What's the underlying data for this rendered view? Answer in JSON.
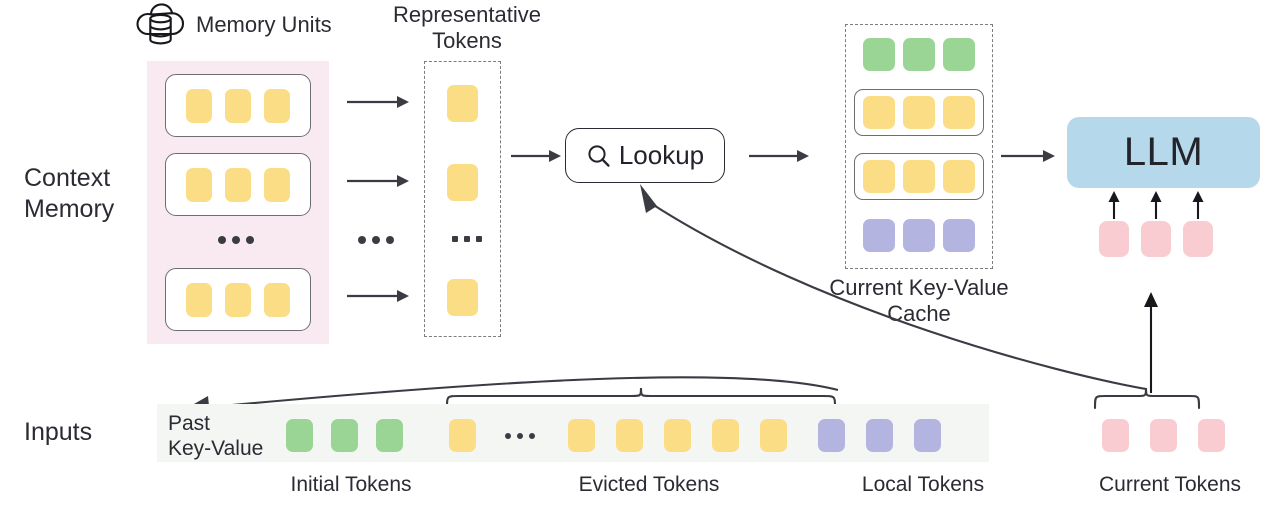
{
  "diagram": {
    "title": "Context Memory LLM KV-cache lookup architecture",
    "row_labels": {
      "context_memory": "Context\nMemory",
      "inputs": "Inputs"
    },
    "headings": {
      "memory_units": "Memory Units",
      "representative_tokens": "Representative\nTokens",
      "current_kv_cache": "Current Key-Value\nCache"
    },
    "lookup": {
      "label": "Lookup",
      "icon": "search-icon"
    },
    "llm": {
      "label": "LLM"
    },
    "past_key_value_label": "Past\nKey-Value",
    "memory_units": [
      {
        "tokens": [
          "yellow",
          "yellow",
          "yellow"
        ]
      },
      {
        "tokens": [
          "yellow",
          "yellow",
          "yellow"
        ]
      },
      {
        "tokens": [
          "yellow",
          "yellow",
          "yellow"
        ]
      }
    ],
    "memory_units_ellipsis": "...",
    "arrows_ellipsis": "...",
    "representative_tokens": [
      "yellow",
      "yellow",
      "yellow"
    ],
    "representative_tokens_ellipsis": "...",
    "kv_cache_rows": [
      {
        "color": "green",
        "count": 3,
        "bordered": false
      },
      {
        "color": "yellow",
        "count": 3,
        "bordered": true
      },
      {
        "color": "yellow",
        "count": 3,
        "bordered": true
      },
      {
        "color": "purple",
        "count": 3,
        "bordered": false
      }
    ],
    "llm_input_tokens": [
      "pink",
      "pink",
      "pink"
    ],
    "input_sequence": [
      {
        "color": "green",
        "group": "initial"
      },
      {
        "color": "green",
        "group": "initial"
      },
      {
        "color": "green",
        "group": "initial"
      },
      {
        "color": "yellow",
        "group": "evicted"
      },
      {
        "color": "ellipsis",
        "group": "evicted"
      },
      {
        "color": "yellow",
        "group": "evicted"
      },
      {
        "color": "yellow",
        "group": "evicted"
      },
      {
        "color": "yellow",
        "group": "evicted"
      },
      {
        "color": "yellow",
        "group": "evicted"
      },
      {
        "color": "yellow",
        "group": "evicted"
      },
      {
        "color": "purple",
        "group": "local"
      },
      {
        "color": "purple",
        "group": "local"
      },
      {
        "color": "purple",
        "group": "local"
      }
    ],
    "input_ellipsis": "...",
    "current_tokens": [
      "pink",
      "pink",
      "pink"
    ],
    "captions": {
      "initial": "Initial Tokens",
      "evicted": "Evicted Tokens",
      "local": "Local Tokens",
      "current": "Current Tokens"
    }
  },
  "colors": {
    "yellow": "#fbdd86",
    "green": "#9bd596",
    "purple": "#b4b4e0",
    "pink_token": "#f9ccd2",
    "llm_blue": "#b5d8ea",
    "context_bg": "#f9eaf2",
    "inputs_bg": "#f4f6f4",
    "stroke": "#3b3b44",
    "dashed": "#7c7c83",
    "text": "#2b2b33"
  }
}
